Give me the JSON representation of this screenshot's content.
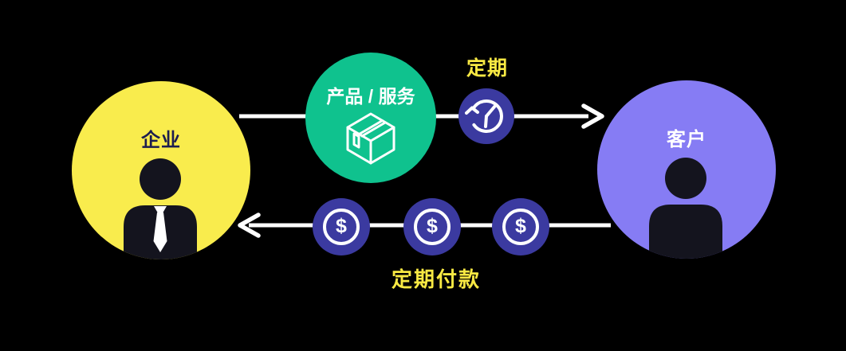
{
  "background_color": "#000000",
  "entities": {
    "business": {
      "label": "企业",
      "circle_color": "#F9EC4D",
      "label_color": "#1D1D4F",
      "person_color": "#14141E",
      "tie_color": "#FFFFFF"
    },
    "customer": {
      "label": "客户",
      "circle_color": "#867CF4",
      "label_color": "#FFFFFF",
      "person_color": "#14141E"
    }
  },
  "product": {
    "label": "产品 / 服务",
    "circle_color": "#0FC28E",
    "label_color": "#FFFFFF",
    "icon": "package-box-icon"
  },
  "schedule": {
    "label": "定期",
    "label_color": "#F8E943",
    "badge_color": "#3B3AA0",
    "icon": "recurring-clock-icon"
  },
  "payment": {
    "label": "定期付款",
    "label_color": "#F8E943",
    "coin_color": "#3B3AA0",
    "coin_symbol": "$",
    "coin_count": 3
  },
  "arrows": {
    "top_direction": "business-to-customer",
    "bottom_direction": "customer-to-business",
    "color": "#FFFFFF"
  }
}
